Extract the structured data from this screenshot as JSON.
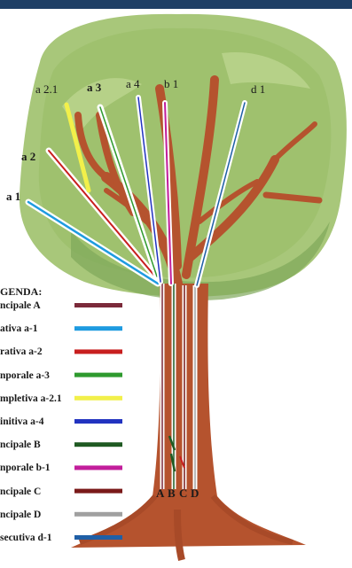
{
  "branch_labels": {
    "a1": "a 1",
    "a2": "a 2",
    "a21": "a 2.1",
    "a3": "a 3",
    "a4": "a 4",
    "b1": "b 1",
    "d1": "d 1"
  },
  "trunk_labels": [
    "A",
    "B",
    "C",
    "D"
  ],
  "legend": {
    "title": "GENDA:",
    "items": [
      {
        "label": "ncipale A",
        "color": "#7b2a3a"
      },
      {
        "label": "ativa a-1",
        "color": "#1e9be0"
      },
      {
        "label": "rativa a-2",
        "color": "#c81e1e"
      },
      {
        "label": "nporale a-3",
        "color": "#2e9a2e"
      },
      {
        "label": "mpletiva a-2.1",
        "color": "#f2f04a"
      },
      {
        "label": "initiva a-4",
        "color": "#2233c0"
      },
      {
        "label": "ncipale B",
        "color": "#1f5a22"
      },
      {
        "label": "nporale b-1",
        "color": "#c21e9b"
      },
      {
        "label": "ncipale C",
        "color": "#7a1a1a"
      },
      {
        "label": "ncipale D",
        "color": "#a0a0a0"
      },
      {
        "label": "secutiva d-1",
        "color": "#1f5fa6"
      }
    ]
  },
  "colors": {
    "foliage": "#a8c77a",
    "foliage_dark": "#7fa85a",
    "wood": "#b5532e",
    "top_bar": "#1f3f66"
  }
}
